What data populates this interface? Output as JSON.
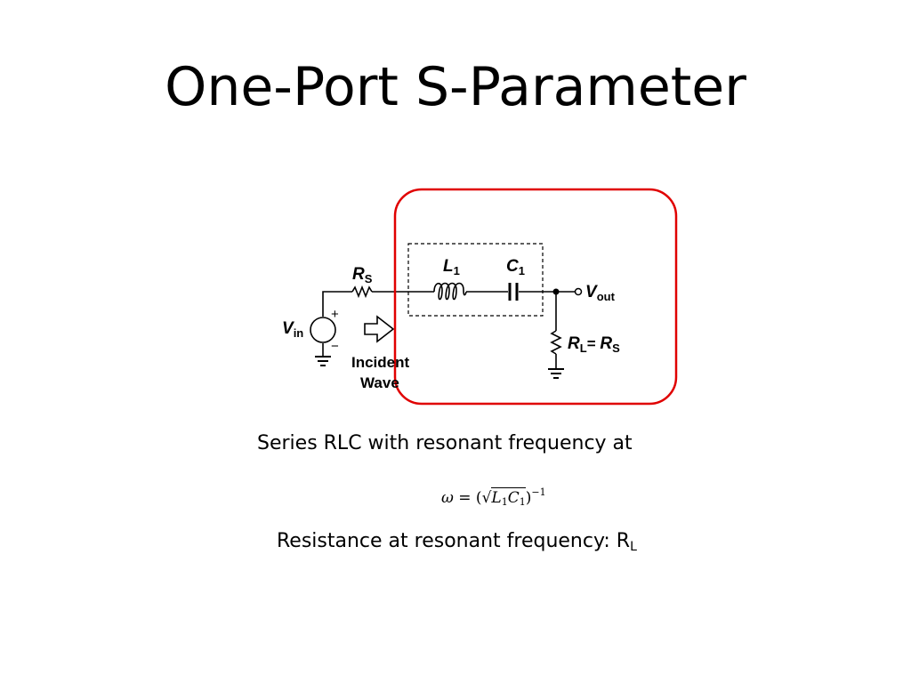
{
  "slide": {
    "title": "One-Port S-Parameter"
  },
  "circuit": {
    "source_label": "V",
    "source_sub": "in",
    "plus_sign": "+",
    "minus_sign": "−",
    "rs_label": "R",
    "rs_sub": "S",
    "l1_label": "L",
    "l1_sub": "1",
    "c1_label": "C",
    "c1_sub": "1",
    "vout_label": "V",
    "vout_sub": "out",
    "rl_label": "R",
    "rl_sub": "L",
    "rl_equals": "= ",
    "rl_rhs_label": "R",
    "rl_rhs_sub": "S",
    "incident_line1": "Incident",
    "incident_line2": "Wave",
    "highlight_color": "#e00000"
  },
  "notes": {
    "line1": "Series RLC with resonant frequency at",
    "formula": {
      "lhs": "ω",
      "equals": " = (",
      "l": "L",
      "l_sub": "1",
      "c": "C",
      "c_sub": "1",
      "close": ")",
      "exponent": "−1"
    },
    "line2_text": "Resistance at resonant frequency: R",
    "line2_sub": "L"
  }
}
